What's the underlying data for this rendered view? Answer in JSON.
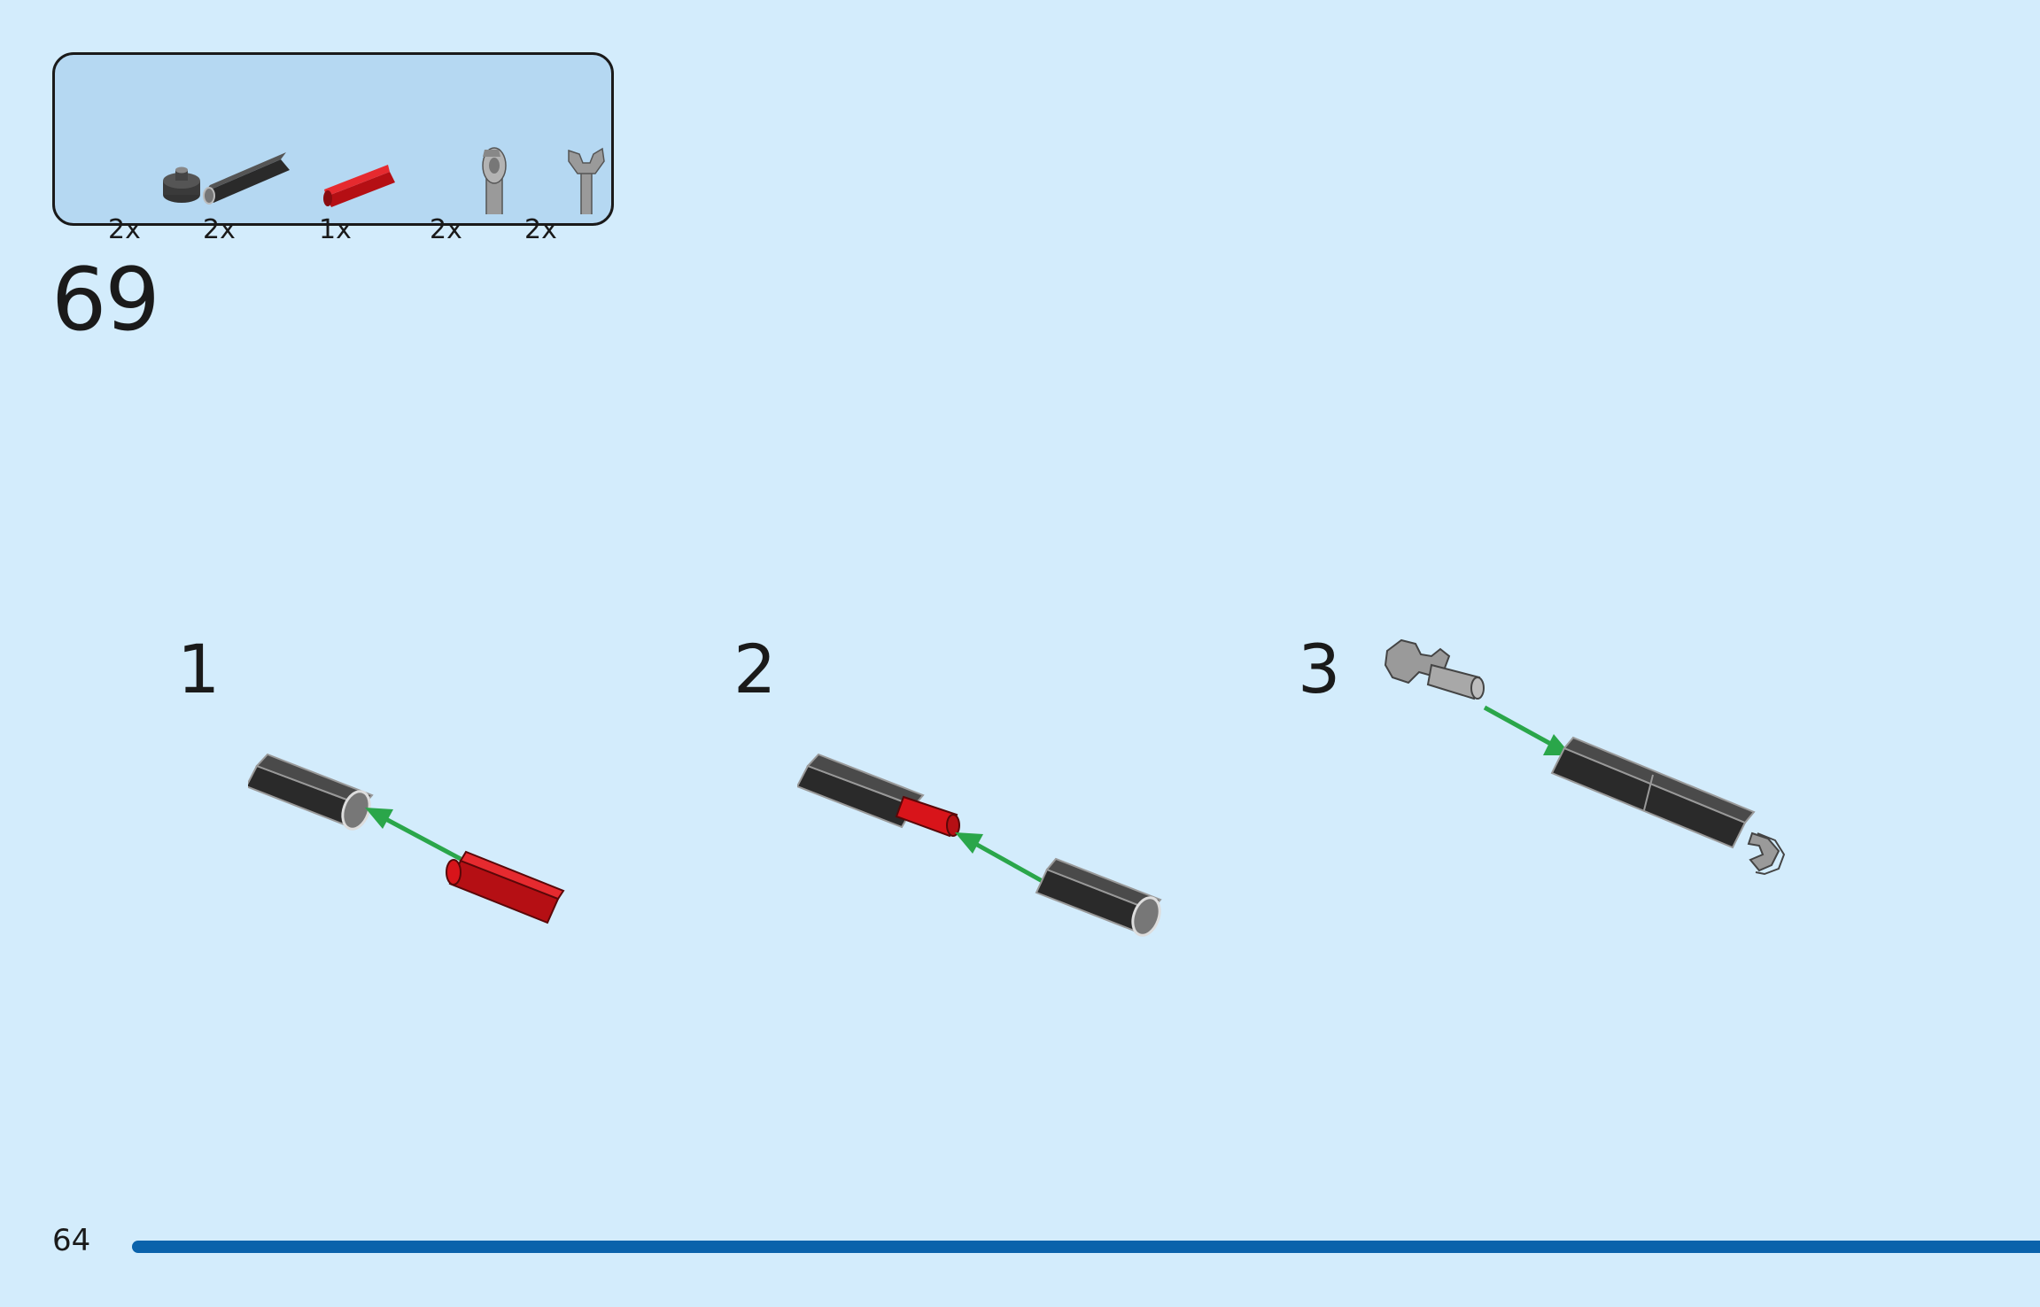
{
  "parts_list": {
    "items": [
      {
        "icon": "round-tile-icon",
        "quantity": "2x"
      },
      {
        "icon": "black-axle-connector-icon",
        "quantity": "2x"
      },
      {
        "icon": "red-axle-icon",
        "quantity": "1x"
      },
      {
        "icon": "grey-bar-holder-icon",
        "quantity": "2x"
      },
      {
        "icon": "grey-wrench-icon",
        "quantity": "2x"
      }
    ]
  },
  "step": {
    "number": "69",
    "sub_steps": [
      {
        "number": "1"
      },
      {
        "number": "2"
      },
      {
        "number": "3"
      }
    ]
  },
  "footer": {
    "page_number": "64",
    "bar_color": "#0a62ab"
  },
  "colors": {
    "background": "#d3ecfc",
    "parts_box": "#b5d8f2",
    "arrow": "#2aa64a",
    "black_part": "#2a2a2a",
    "red_part": "#d8141a",
    "grey_part": "#9a9a9a"
  }
}
